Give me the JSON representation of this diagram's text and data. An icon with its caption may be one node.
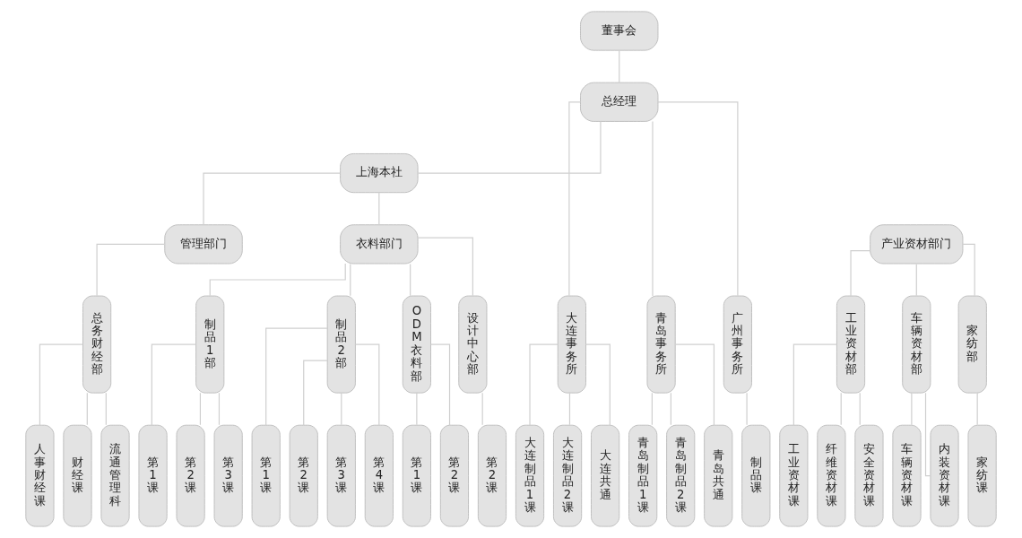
{
  "diagram": {
    "nodes": [
      {
        "text": [
          "董事会"
        ]
      },
      {
        "text": [
          "总经理"
        ]
      },
      {
        "text": [
          "上海本社"
        ]
      },
      {
        "text": [
          "管理部门"
        ]
      },
      {
        "text": [
          "衣料部门"
        ]
      },
      {
        "text": [
          "产业资材部门"
        ]
      },
      {
        "text": [
          "总务财经部"
        ]
      },
      {
        "text": [
          "制品1部"
        ]
      },
      {
        "text": [
          "制品2部"
        ]
      },
      {
        "text": [
          "ODM衣料部"
        ]
      },
      {
        "text": [
          "设计中心部"
        ]
      },
      {
        "text": [
          "工业资材部"
        ]
      },
      {
        "text": [
          "车辆资材部"
        ]
      },
      {
        "text": [
          "家纺部"
        ]
      },
      {
        "text": [
          "大连事务所"
        ]
      },
      {
        "text": [
          "青岛事务所"
        ]
      },
      {
        "text": [
          "广州事务所"
        ]
      },
      {
        "text": [
          "人事财经课"
        ]
      },
      {
        "text": [
          "财经课"
        ]
      },
      {
        "text": [
          "流通管理科"
        ]
      },
      {
        "text": [
          "第1课"
        ]
      },
      {
        "text": [
          "第2课"
        ]
      },
      {
        "text": [
          "第3课"
        ]
      },
      {
        "text": [
          "第1课"
        ]
      },
      {
        "text": [
          "第2课"
        ]
      },
      {
        "text": [
          "第3课"
        ]
      },
      {
        "text": [
          "第4课"
        ]
      },
      {
        "text": [
          "第1课"
        ]
      },
      {
        "text": [
          "第2课"
        ]
      },
      {
        "text": [
          "第2课"
        ]
      },
      {
        "text": [
          "工业资材课"
        ]
      },
      {
        "text": [
          "纤维资材课"
        ]
      },
      {
        "text": [
          "安全资材课"
        ]
      },
      {
        "text": [
          "车辆资材课"
        ]
      },
      {
        "text": [
          "内装资材课"
        ]
      },
      {
        "text": [
          "家纺课"
        ]
      },
      {
        "text": [
          "大连制品1课"
        ]
      },
      {
        "text": [
          "大连制品2课"
        ]
      },
      {
        "text": [
          "大连共通"
        ]
      },
      {
        "text": [
          "青岛制品1课"
        ]
      },
      {
        "text": [
          "青岛制品2课"
        ]
      },
      {
        "text": [
          "青岛共通"
        ]
      },
      {
        "text": [
          "制品课"
        ]
      }
    ],
    "edges": [
      {
        "from": 0,
        "to": 1,
        "arrow": "none"
      },
      {
        "from": 1,
        "to": 2,
        "arrow": "none"
      },
      {
        "from": 1,
        "to": 14,
        "arrow": "none"
      },
      {
        "from": 1,
        "to": 15,
        "arrow": "none"
      },
      {
        "from": 1,
        "to": 16,
        "arrow": "none"
      },
      {
        "from": 2,
        "to": 3,
        "arrow": "none"
      },
      {
        "from": 2,
        "to": 4,
        "arrow": "none"
      },
      {
        "from": 3,
        "to": 6,
        "arrow": "none"
      },
      {
        "from": 4,
        "to": 7,
        "arrow": "none"
      },
      {
        "from": 4,
        "to": 8,
        "arrow": "none"
      },
      {
        "from": 4,
        "to": 9,
        "arrow": "none"
      },
      {
        "from": 4,
        "to": 10,
        "arrow": "none"
      },
      {
        "from": 5,
        "to": 11,
        "arrow": "none"
      },
      {
        "from": 5,
        "to": 12,
        "arrow": "none"
      },
      {
        "from": 5,
        "to": 13,
        "arrow": "none"
      },
      {
        "from": 6,
        "to": 17,
        "arrow": "none"
      },
      {
        "from": 6,
        "to": 18,
        "arrow": "none"
      },
      {
        "from": 6,
        "to": 19,
        "arrow": "none"
      },
      {
        "from": 7,
        "to": 20,
        "arrow": "none"
      },
      {
        "from": 7,
        "to": 21,
        "arrow": "none"
      },
      {
        "from": 7,
        "to": 22,
        "arrow": "none"
      },
      {
        "from": 8,
        "to": 23,
        "arrow": "none"
      },
      {
        "from": 8,
        "to": 24,
        "arrow": "none"
      },
      {
        "from": 8,
        "to": 25,
        "arrow": "none"
      },
      {
        "from": 8,
        "to": 26,
        "arrow": "none"
      },
      {
        "from": 9,
        "to": 27,
        "arrow": "none"
      },
      {
        "from": 9,
        "to": 28,
        "arrow": "none"
      },
      {
        "from": 10,
        "to": 29,
        "arrow": "none"
      },
      {
        "from": 11,
        "to": 30,
        "arrow": "none"
      },
      {
        "from": 11,
        "to": 31,
        "arrow": "none"
      },
      {
        "from": 11,
        "to": 32,
        "arrow": "none"
      },
      {
        "from": 12,
        "to": 33,
        "arrow": "none"
      },
      {
        "from": 12,
        "to": 34,
        "arrow": "none"
      },
      {
        "from": 13,
        "to": 35,
        "arrow": "none"
      },
      {
        "from": 14,
        "to": 36,
        "arrow": "none"
      },
      {
        "from": 14,
        "to": 37,
        "arrow": "none"
      },
      {
        "from": 14,
        "to": 38,
        "arrow": "none"
      },
      {
        "from": 15,
        "to": 39,
        "arrow": "none"
      },
      {
        "from": 15,
        "to": 40,
        "arrow": "none"
      },
      {
        "from": 15,
        "to": 41,
        "arrow": "none"
      },
      {
        "from": 16,
        "to": 42,
        "arrow": "none"
      }
    ]
  }
}
